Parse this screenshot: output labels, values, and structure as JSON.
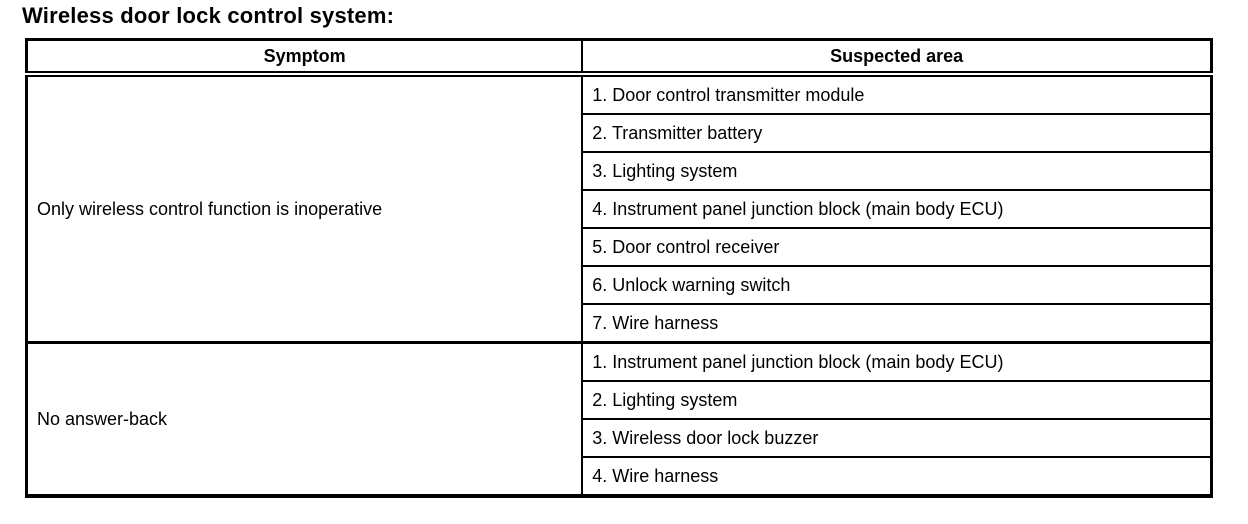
{
  "title": "Wireless door lock control system:",
  "table": {
    "headers": {
      "symptom": "Symptom",
      "suspected_area": "Suspected area"
    },
    "groups": [
      {
        "symptom": "Only wireless control function is inoperative",
        "areas": [
          "1. Door control transmitter module",
          "2. Transmitter battery",
          "3. Lighting system",
          "4. Instrument panel junction block (main body ECU)",
          "5. Door control receiver",
          "6. Unlock warning switch",
          "7. Wire harness"
        ]
      },
      {
        "symptom": "No answer-back",
        "areas": [
          "1. Instrument panel junction block (main body ECU)",
          "2. Lighting system",
          "3. Wireless door lock buzzer",
          "4. Wire harness"
        ]
      }
    ]
  },
  "colors": {
    "text": "#000000",
    "border": "#000000",
    "background": "#ffffff"
  }
}
